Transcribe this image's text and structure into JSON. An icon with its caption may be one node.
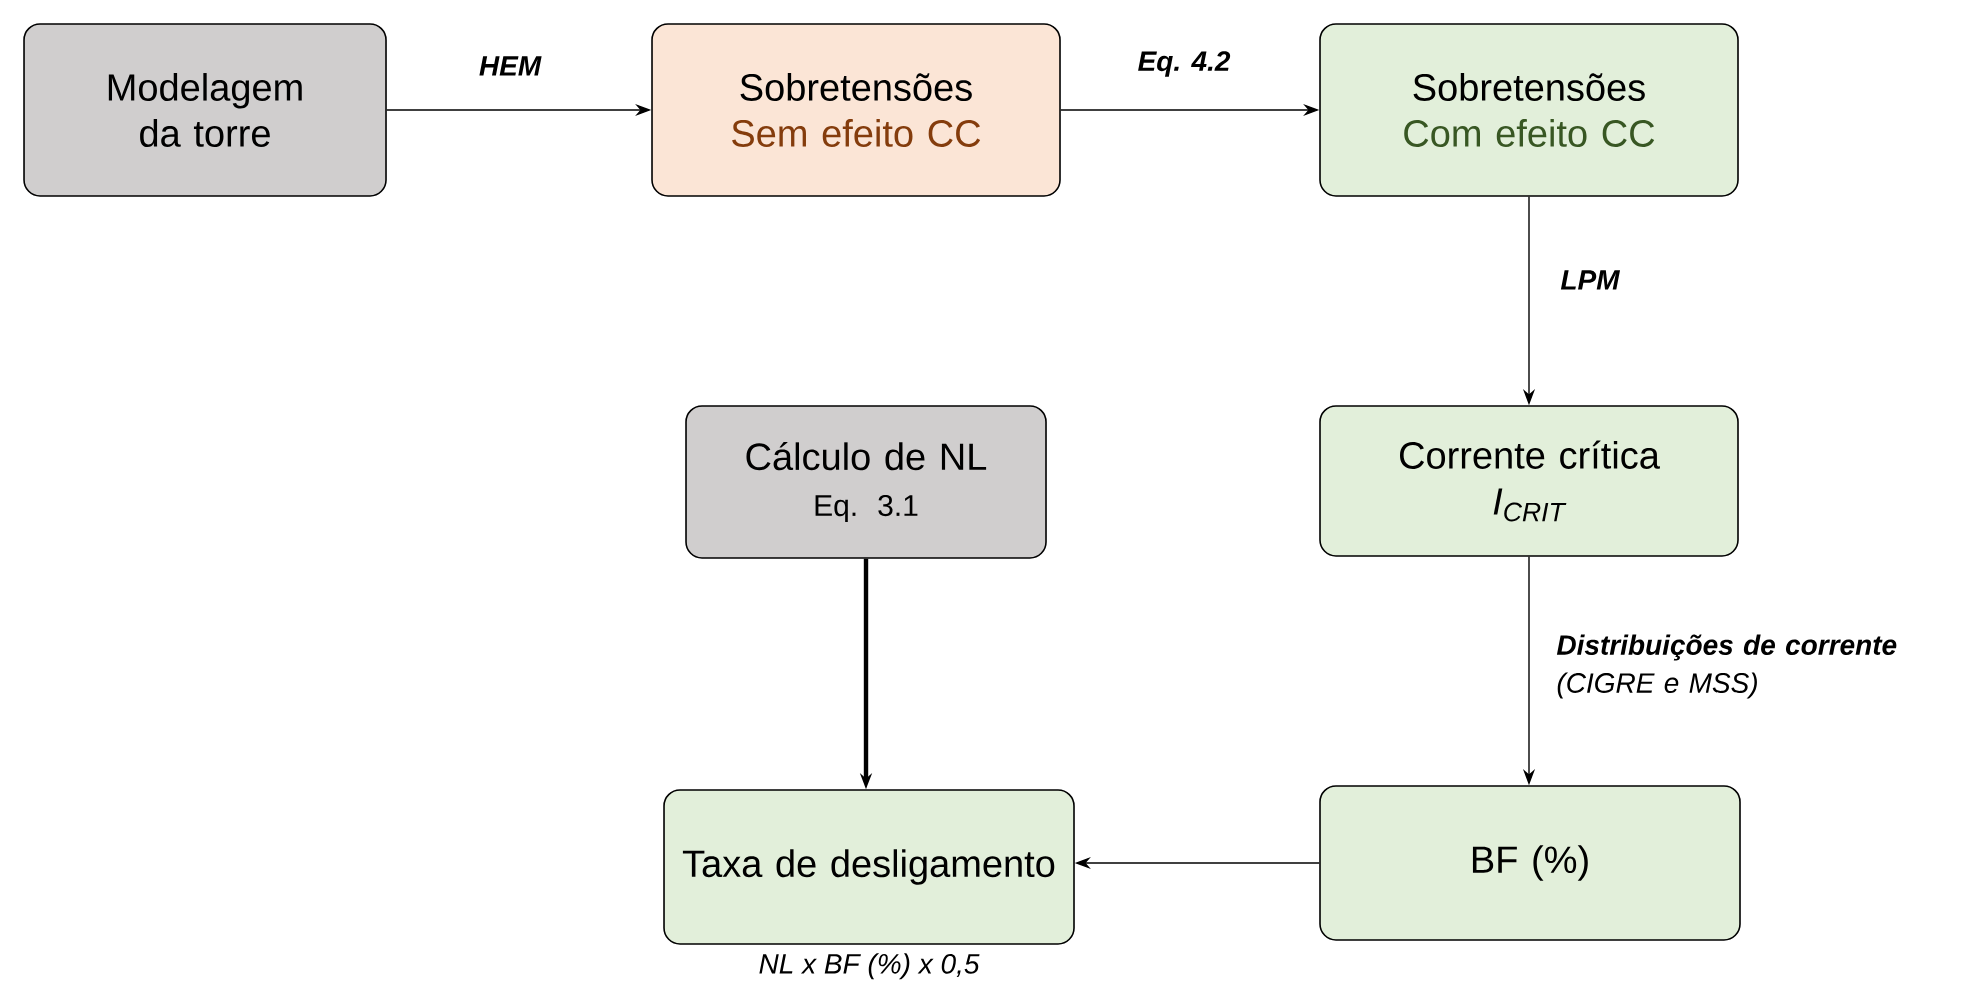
{
  "diagram": {
    "nodes": [
      {
        "text": [
          "Modelagem da torre"
        ]
      },
      {
        "text": [
          "Sobretensões",
          "Sem efeito CC"
        ]
      },
      {
        "text": [
          "Sobretensões",
          "Com efeito CC"
        ]
      },
      {
        "text": [
          "Corrente crítica",
          "I$_{CRIT}$"
        ]
      },
      {
        "text": [
          "Cálculo de NL",
          "Eq. 3.1"
        ]
      },
      {
        "text": [
          "Taxa de desligamento"
        ],
        "beside": [
          "NL x BF (%) x 0,5"
        ]
      },
      {
        "text": [
          "BF (%)"
        ]
      }
    ],
    "edges": [
      {
        "from": 0,
        "to": 1,
        "arrow": "to",
        "label": "HEM"
      },
      {
        "from": 1,
        "to": 2,
        "arrow": "to",
        "label": "Eq. 4.2"
      },
      {
        "from": 2,
        "to": 3,
        "arrow": "to",
        "label": "LPM"
      },
      {
        "from": 3,
        "to": 6,
        "arrow": "to",
        "label": "**Distribuições de corrente** (CIGRE e MSS)"
      },
      {
        "from": 4,
        "to": 5,
        "arrow": "to",
        "style": "thick"
      },
      {
        "from": 6,
        "to": 5,
        "arrow": "to"
      }
    ]
  }
}
